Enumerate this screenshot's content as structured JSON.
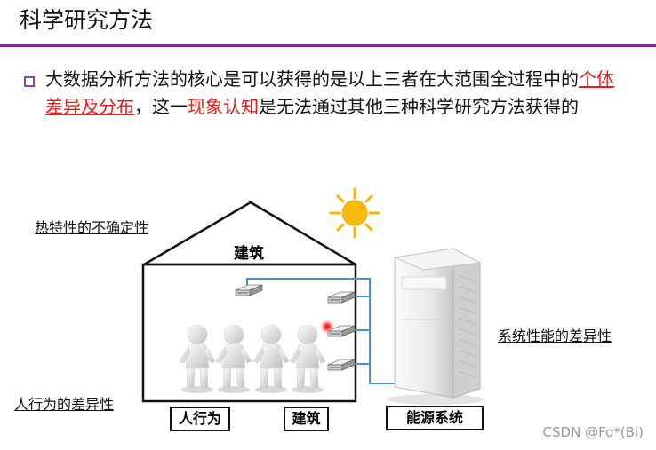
{
  "header": {
    "title": "科学研究方法"
  },
  "bullet": {
    "part1": "大数据分析方法的核心是可以获得的是以上三者在大范围全过程中的",
    "highlight1": "个体差异及分布",
    "part2": "，这一",
    "highlight2": "现象认知",
    "part3": "是无法通过其他三种科学研究方法获得的"
  },
  "diagram": {
    "thermal_label": "热特性的不确定性",
    "building_title": "建筑",
    "system_label": "系统性能的差异性",
    "behavior_label": "人行为的差异性",
    "box_behavior": "人行为",
    "box_building": "建筑",
    "box_energy": "能源系统"
  },
  "colors": {
    "accent_rule": "#7b2d8b",
    "highlight": "#e0201e",
    "pipe": "#4a90d9",
    "sun": "#f5b800"
  },
  "icons": [
    "sun-icon",
    "person-icon",
    "ac-unit-icon",
    "outdoor-unit-icon",
    "red-indicator-icon"
  ],
  "watermark": "CSDN @Fo*(Bi)"
}
